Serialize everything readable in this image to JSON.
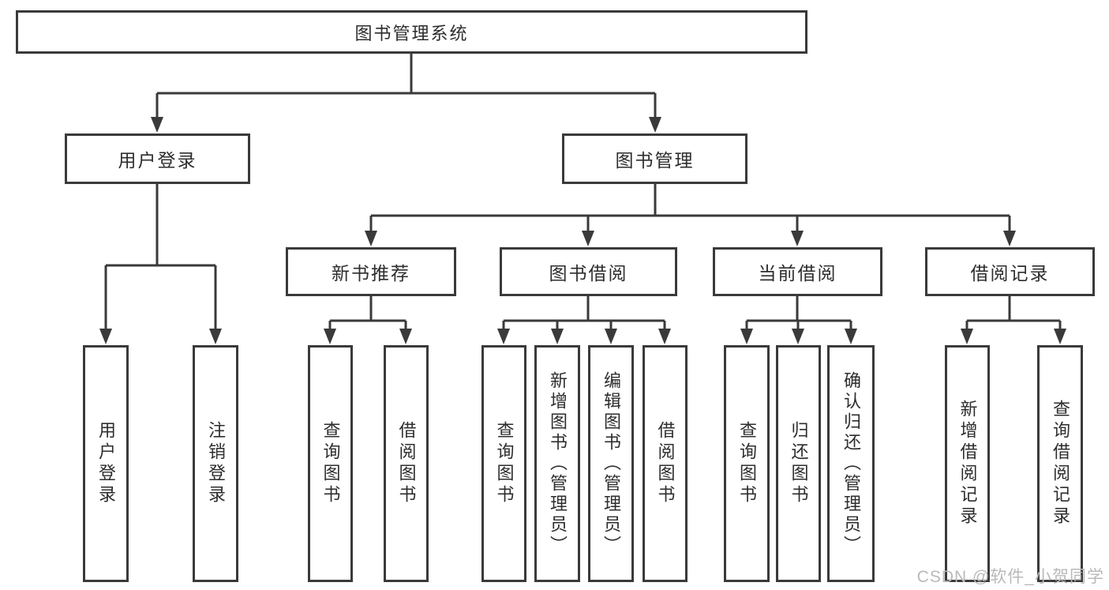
{
  "tree": {
    "label": "图书管理系统",
    "children": [
      {
        "label": "用户登录",
        "children": [
          {
            "label": "用户登录"
          },
          {
            "label": "注销登录"
          }
        ]
      },
      {
        "label": "图书管理",
        "children": [
          {
            "label": "新书推荐",
            "children": [
              {
                "label": "查询图书"
              },
              {
                "label": "借阅图书"
              }
            ]
          },
          {
            "label": "图书借阅",
            "children": [
              {
                "label": "查询图书"
              },
              {
                "label": "新增图书（管理员）"
              },
              {
                "label": "编辑图书（管理员）"
              },
              {
                "label": "借阅图书"
              }
            ]
          },
          {
            "label": "当前借阅",
            "children": [
              {
                "label": "查询图书"
              },
              {
                "label": "归还图书"
              },
              {
                "label": "确认归还（管理员）"
              }
            ]
          },
          {
            "label": "借阅记录",
            "children": [
              {
                "label": "新增借阅记录"
              },
              {
                "label": "查询借阅记录"
              }
            ]
          }
        ]
      }
    ]
  },
  "watermark": "CSDN @软件_小贺同学",
  "colors": {
    "line": "#3a3a3a",
    "text": "#2d2d2d",
    "watermark": "#b9b9b9",
    "background": "#ffffff"
  }
}
